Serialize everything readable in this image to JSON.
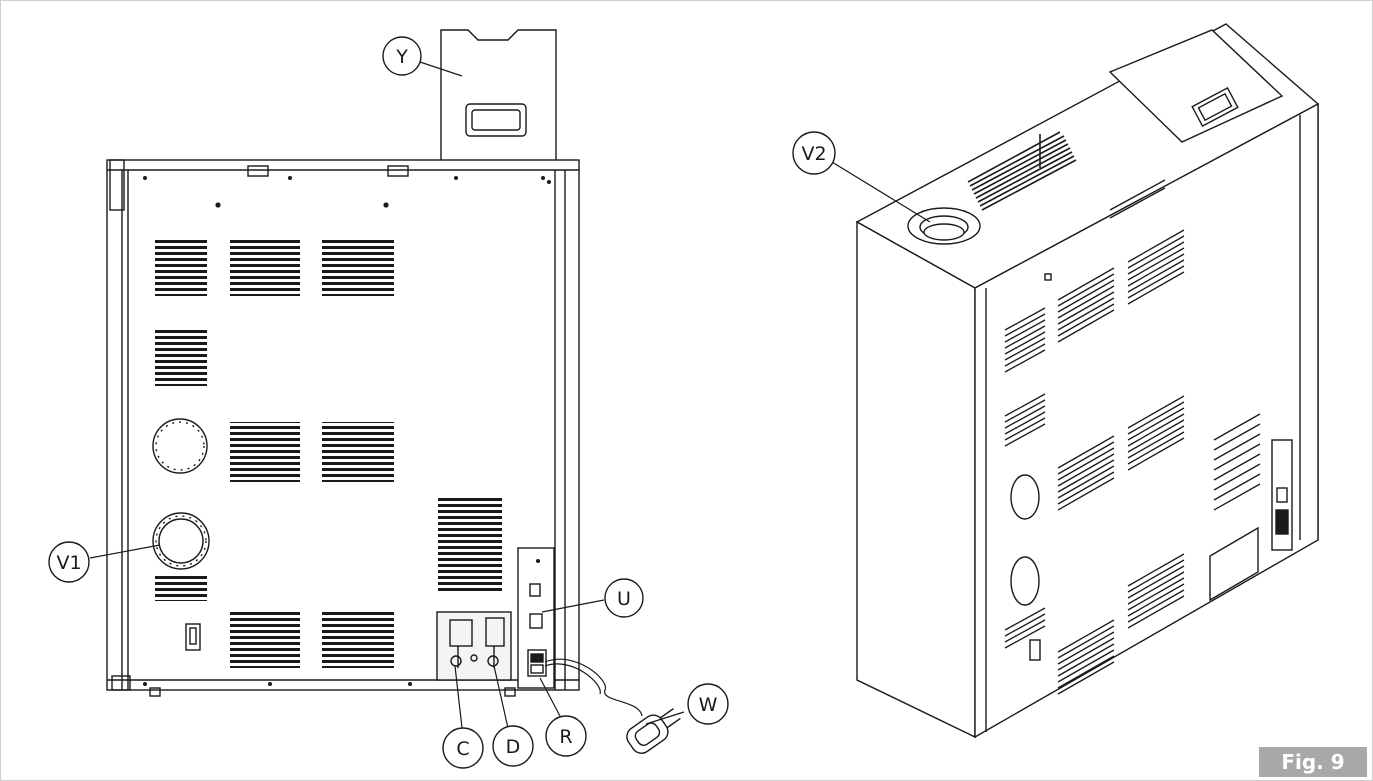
{
  "figure_label": "Fig. 9",
  "callouts": {
    "y": "Y",
    "v1": "V1",
    "u": "U",
    "w": "W",
    "c": "C",
    "d": "D",
    "r": "R",
    "v2": "V2"
  },
  "colors": {
    "line": "#1a1a1a",
    "badge": "#a8a8a8",
    "panel_shade": "#f4f4f4"
  }
}
